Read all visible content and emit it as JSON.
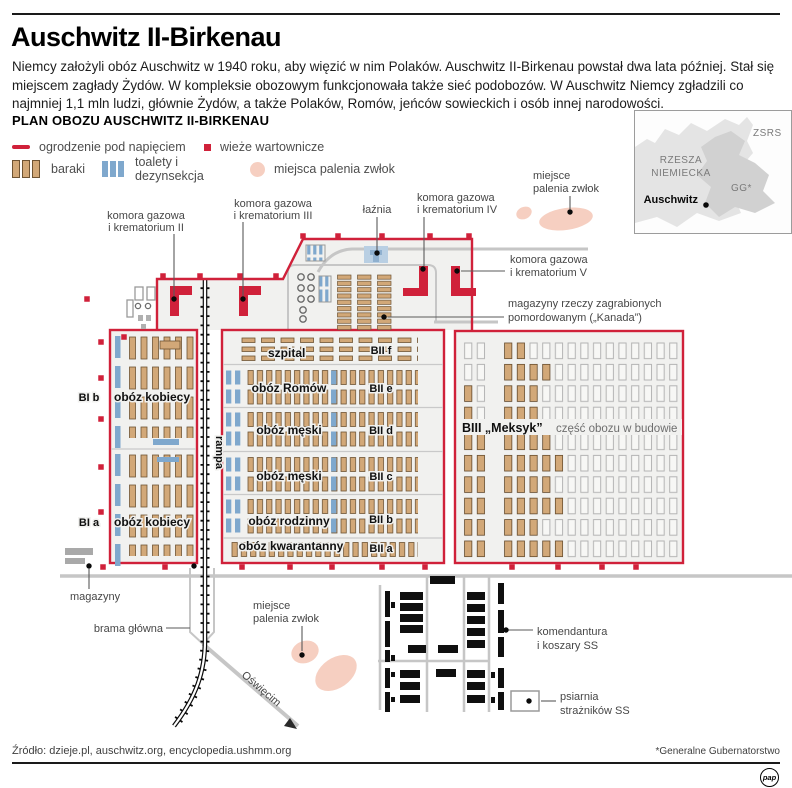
{
  "header": {
    "title": "Auschwitz II-Birkenau",
    "intro": "Niemcy założyli obóz Auschwitz w 1940 roku, aby więzić w nim Polaków. Auschwitz II-Birkenau powstał dwa lata później. Stał się miejscem zagłady Żydów. W kompleksie obozowym funkcjonowała także sieć podobozów. W Auschwitz Niemcy zgładzili co najmniej 1,1 mln ludzi, głównie Żydów, a także Polaków, Romów, jeńców sowieckich i osób innej narodowości."
  },
  "legend": {
    "title": "PLAN OBOZU AUSCHWITZ II-BIRKENAU",
    "items": [
      {
        "label": "ogrodzenie pod napięciem"
      },
      {
        "label": "wieże wartownicze"
      },
      {
        "label": "baraki"
      },
      {
        "label": "toalety i dezynsekcja"
      },
      {
        "label": "miejsca palenia zwłok"
      }
    ]
  },
  "inset": {
    "zsrs": "ZSRS",
    "reich": [
      "RZESZA",
      "NIEMIECKA"
    ],
    "gg": "GG*",
    "city": "Auschwitz"
  },
  "map": {
    "labels": {
      "krem2": [
        "komora gazowa",
        "i krematorium II"
      ],
      "krem3": [
        "komora gazowa",
        "i krematorium III"
      ],
      "laznia": "łaźnia",
      "krem4": [
        "komora gazowa",
        "i krematorium IV"
      ],
      "krem5": [
        "komora gazowa",
        "i krematorium V"
      ],
      "burning_top": [
        "miejsce",
        "palenia zwłok"
      ],
      "kanada": [
        "magazyny rzeczy zagrabionych",
        "pomordowanym („Kanada”)"
      ],
      "szpital": "szpital",
      "oboz_romow": "obóz Romów",
      "oboz_meski": "obóz męski",
      "oboz_rodzinny": "obóz rodzinny",
      "oboz_kwarantanny": "obóz kwarantanny",
      "oboz_kobiecy": "obóz kobiecy",
      "bi_b": "BI b",
      "bi_a": "BI a",
      "bii_f": "BII f",
      "bii_e": "BII e",
      "bii_d": "BII d",
      "bii_c": "BII c",
      "bii_b": "BII b",
      "bii_a": "BII a",
      "biii": "BIII „Meksyk”",
      "biii_note": "część obozu w budowie",
      "rampa": "rampa",
      "magazyny": "magazyny",
      "brama": "brama główna",
      "oswiecim": "Oświęcim",
      "burning_bottom": [
        "miejsce",
        "palenia zwłok"
      ],
      "komendantura": [
        "komendantura",
        "i koszary SS"
      ],
      "psiarnia": [
        "psiarnia",
        "strażników SS"
      ]
    }
  },
  "footer": {
    "source": "Źródło: dzieje.pl, auschwitz.org, encyclopedia.ushmm.org",
    "note": "*Generalne Gubernatorstwo",
    "logo": "pap"
  },
  "colors": {
    "fence_red": "#d0213a",
    "barrack_tan": "#d2a878",
    "barrack_outline": "#6e5333",
    "toilet_blue": "#7fa8cd",
    "burning_pink": "#f6cfc1",
    "camp_bg": "#f1f1ef",
    "road_gray": "#c6c6c6"
  }
}
